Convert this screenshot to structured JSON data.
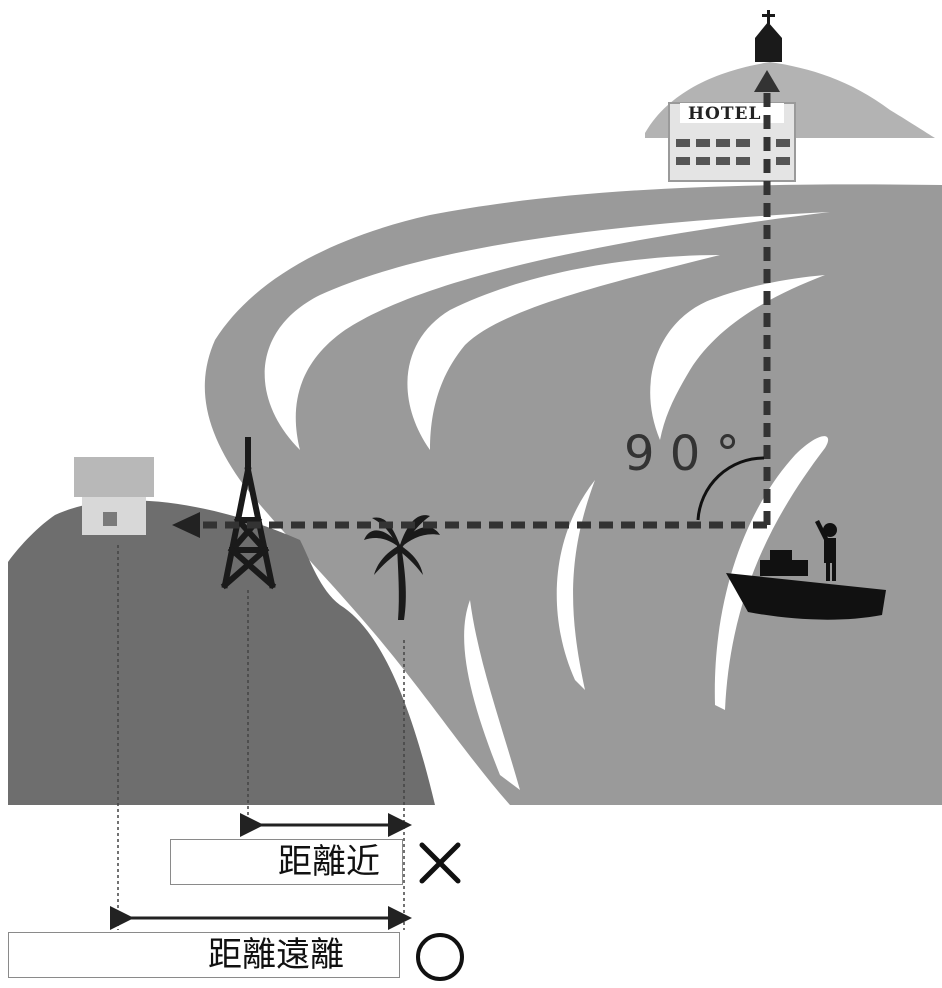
{
  "hotel_sign": "HOTEL",
  "angle_label": "9 0 °",
  "near": {
    "label": "距離近",
    "verdict": "✕"
  },
  "far": {
    "label": "距離遠離",
    "verdict": "○"
  },
  "colors": {
    "sea": "#9a9a9a",
    "cliff": "#6e6e6e",
    "hill": "#b3b3b3",
    "silhouette": "#1a1a1a",
    "path": "#333333"
  },
  "icons": [
    "church-icon",
    "hotel-icon",
    "house-icon",
    "tower-icon",
    "palm-tree-icon",
    "boat-icon",
    "person-icon"
  ]
}
